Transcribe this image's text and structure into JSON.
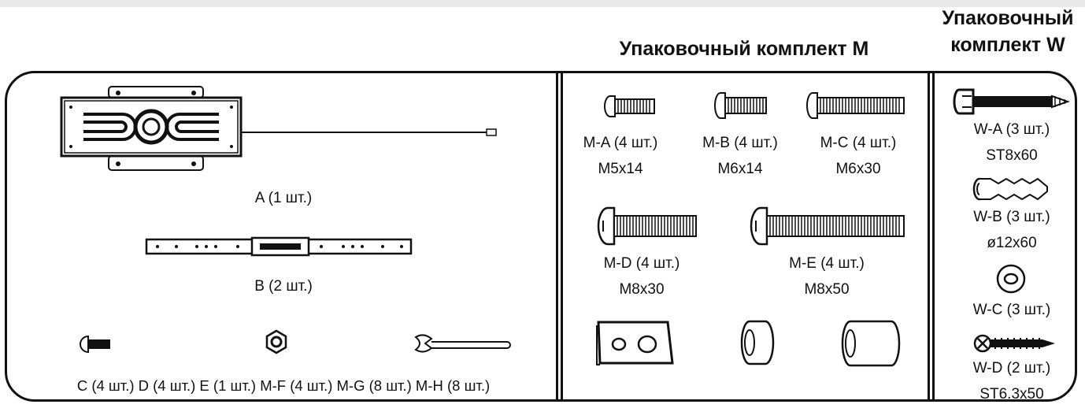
{
  "headers": {
    "kit_m": "Упаковочный комплект M",
    "kit_w_line1": "Упаковочный",
    "kit_w_line2": "комплект W"
  },
  "parts": {
    "A": "A (1 шт.)",
    "B": "B (2 шт.)",
    "bottom_row": "C (4 шт.) D (4 шт.) E (1 шт.) M-F (4 шт.) M-G (8 шт.) M-H (8 шт.)",
    "MA": {
      "qty": "M-A (4 шт.)",
      "size": "M5x14"
    },
    "MB": {
      "qty": "M-B (4 шт.)",
      "size": "M6x14"
    },
    "MC": {
      "qty": "M-C (4 шт.)",
      "size": "M6x30"
    },
    "MD": {
      "qty": "M-D (4 шт.)",
      "size": "M8x30"
    },
    "ME": {
      "qty": "M-E (4 шт.)",
      "size": "M8x50"
    },
    "WA": {
      "qty": "W-A (3 шт.)",
      "size": "ST8x60"
    },
    "WB": {
      "qty": "W-B (3 шт.)",
      "size": "ø12x60"
    },
    "WC": {
      "qty": "W-C (3 шт.)"
    },
    "WD": {
      "qty": "W-D (2 шт.)",
      "size": "ST6.3x50"
    }
  }
}
